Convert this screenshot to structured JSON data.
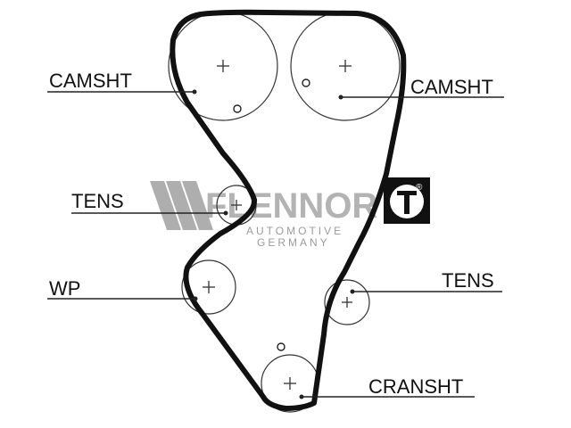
{
  "labels": {
    "camshaft_left": "CAMSHT",
    "camshaft_right": "CAMSHT",
    "tensioner_upper": "TENS",
    "water_pump": "WP",
    "tensioner_lower": "TENS",
    "crankshaft": "CRANSHT"
  },
  "watermark": {
    "brand": "FLENNOR",
    "tagline_line1": "AUTOMOTIVE",
    "tagline_line2": "GERMANY",
    "badge_letter": "T",
    "registered_mark": "®"
  },
  "colors": {
    "belt": "#111111",
    "watermark": "#9a9a9a",
    "badge": "#111111"
  }
}
